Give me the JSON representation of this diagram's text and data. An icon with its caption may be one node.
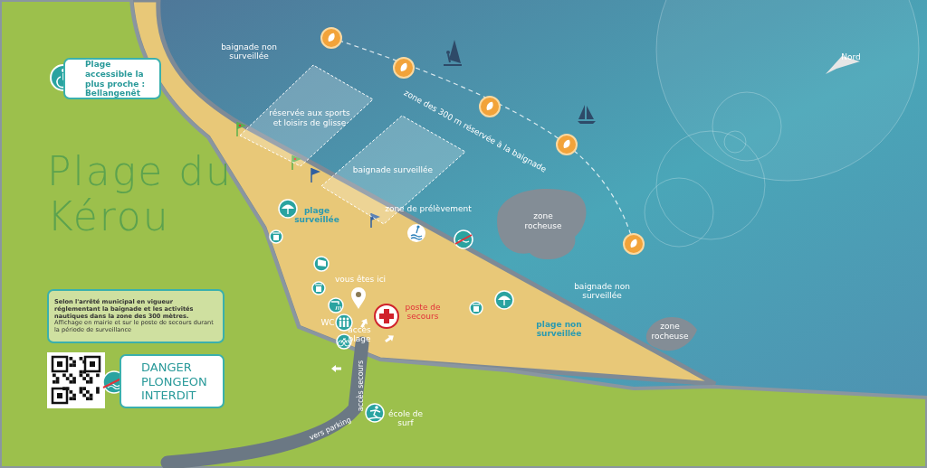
{
  "diagram": {
    "title": "Plage du Kérou",
    "nodes": [
      {
        "text": [
          "Plage accessible la plus proche : Bellangenêt"
        ]
      },
      {
        "text": [
          "réservée aux sports et loisirs de glisse"
        ]
      },
      {
        "text": [
          "baignade surveillée"
        ]
      },
      {
        "text": [
          "zone rocheuse"
        ]
      },
      {
        "text": [
          "zone rocheuse"
        ]
      },
      {
        "text": [
          "Selon l'arrêté municipal en vigueur réglementant la baignade et les activités nautiques dans la zone des 300 mètres.",
          "Affichage en mairie et sur le poste de secours durant la période de surveillance"
        ]
      },
      {
        "text": [
          "DANGER PLONGEON INTERDIT"
        ]
      }
    ],
    "labels": [
      "baignade non surveillée",
      "zone des 300 m réservée à la baignade",
      "Nord",
      "plage surveillée",
      "zone de prélèvement",
      "vous êtes ici",
      "poste de secours",
      "WC",
      "accès plage",
      "plage non surveillée",
      "baignade non surveillée",
      "accès secours",
      "école de surf",
      "vers parking"
    ]
  }
}
